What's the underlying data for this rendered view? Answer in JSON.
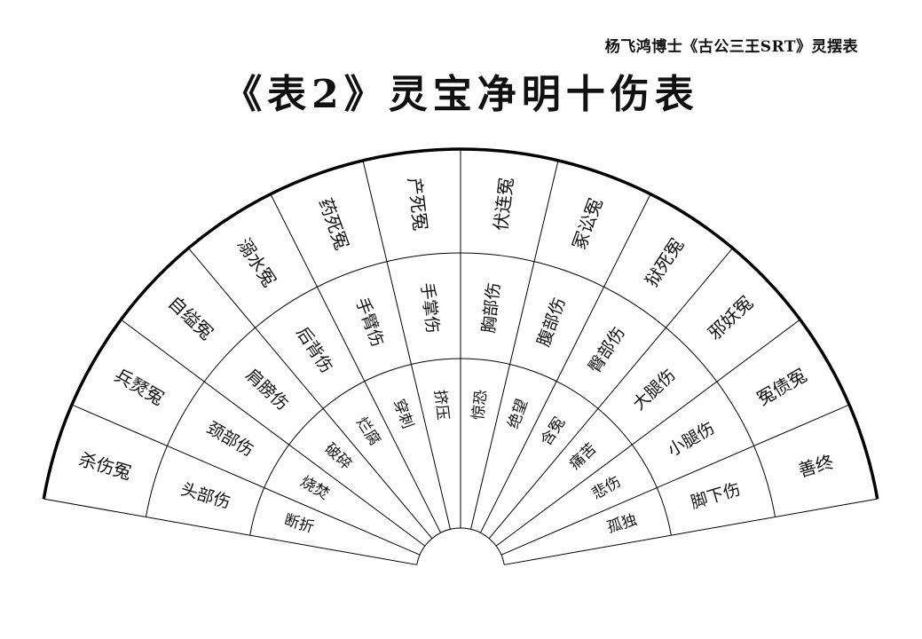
{
  "header": {
    "subtitle": "杨飞鸿博士《古公三王SRT》灵摆表",
    "title": "《表2》灵宝净明十伤表"
  },
  "fan": {
    "outer_ring": [
      "杀伤冤",
      "兵燹冤",
      "自缢冤",
      "溺水冤",
      "药死冤",
      "产死冤",
      "伏连冤",
      "冢讼冤",
      "狱死冤",
      "邪妖冤",
      "冤债冤",
      "善终"
    ],
    "middle_ring": [
      "头部伤",
      "颈部伤",
      "肩膀伤",
      "后背伤",
      "手臂伤",
      "手掌伤",
      "胸部伤",
      "腹部伤",
      "臀部伤",
      "大腿伤",
      "小腿伤",
      "脚下伤"
    ],
    "inner_ring": [
      "断折",
      "烧焚",
      "破碎",
      "烂腐",
      "穿刺",
      "挤压",
      "惊恐",
      "绝望",
      "含冤",
      "痛苦",
      "悲伤",
      "孤独"
    ]
  }
}
